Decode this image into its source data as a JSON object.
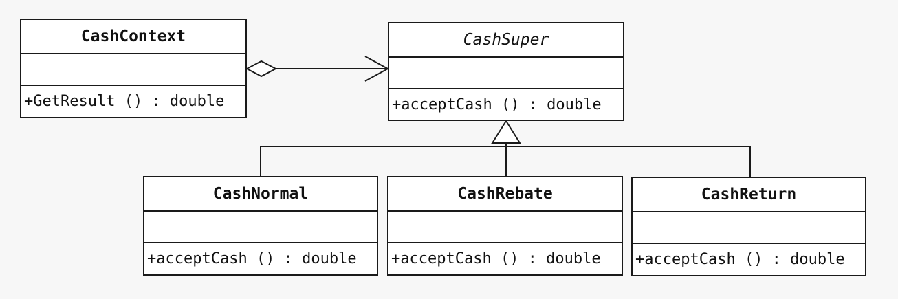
{
  "diagram": {
    "classes": {
      "cash_context": {
        "name": "CashContext",
        "operation": "+GetResult () : double"
      },
      "cash_super": {
        "name": "CashSuper",
        "operation": "+acceptCash () : double"
      },
      "cash_normal": {
        "name": "CashNormal",
        "operation": "+acceptCash () : double"
      },
      "cash_rebate": {
        "name": "CashRebate",
        "operation": "+acceptCash () : double"
      },
      "cash_return": {
        "name": "CashReturn",
        "operation": "+acceptCash () : double"
      }
    }
  }
}
